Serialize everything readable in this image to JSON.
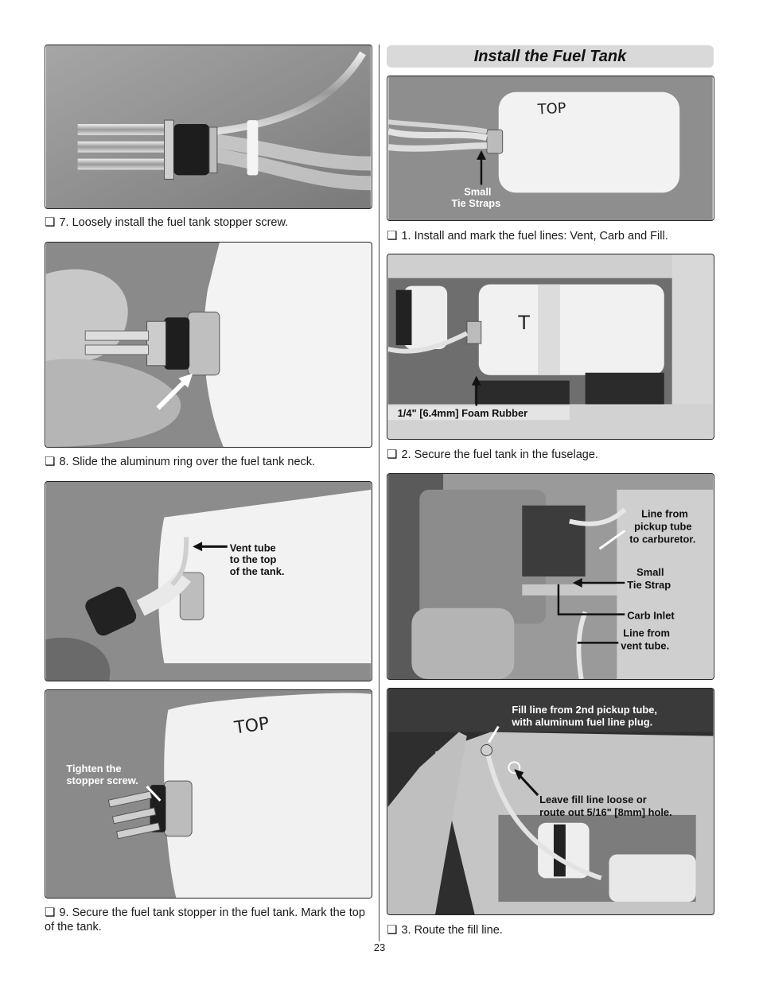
{
  "section_title": "Install the Fuel Tank",
  "page_number": "23",
  "checkbox_glyph": "❏",
  "left_steps": [
    {
      "caption": "7. Loosely install the fuel tank stopper screw."
    },
    {
      "caption": "8. Slide the aluminum ring over the fuel tank neck."
    },
    {
      "caption": "",
      "labels": [
        "Vent tube",
        "to the top",
        "of the tank."
      ]
    },
    {
      "caption": "9. Secure the fuel tank stopper in the fuel tank. Mark the top of the tank.",
      "labels": [
        "Tighten the",
        "stopper screw."
      ],
      "tank_mark": "TOP"
    }
  ],
  "right_steps": [
    {
      "caption": "1. Install and mark the fuel lines: Vent, Carb and Fill.",
      "labels": [
        "Small",
        "Tie Straps"
      ],
      "tank_mark": "TOP"
    },
    {
      "caption": "2. Secure the fuel tank in the fuselage.",
      "labels": [
        "1/4\" [6.4mm] Foam Rubber"
      ]
    },
    {
      "caption": "",
      "labels": [
        "Line from",
        "pickup tube",
        "to carburetor.",
        "Small",
        "Tie Strap",
        "Carb Inlet",
        "Line from",
        "vent tube."
      ]
    },
    {
      "caption": "3. Route the fill line.",
      "labels": [
        "Fill line from 2nd pickup tube,",
        "with aluminum fuel line plug.",
        "Leave fill line loose or",
        "route out 5/16\" [8mm] hole."
      ]
    }
  ],
  "colors": {
    "header_bg": "#d9d9d9",
    "photo_bg": "#8c8c8c",
    "tank": "#f2f2f2"
  }
}
